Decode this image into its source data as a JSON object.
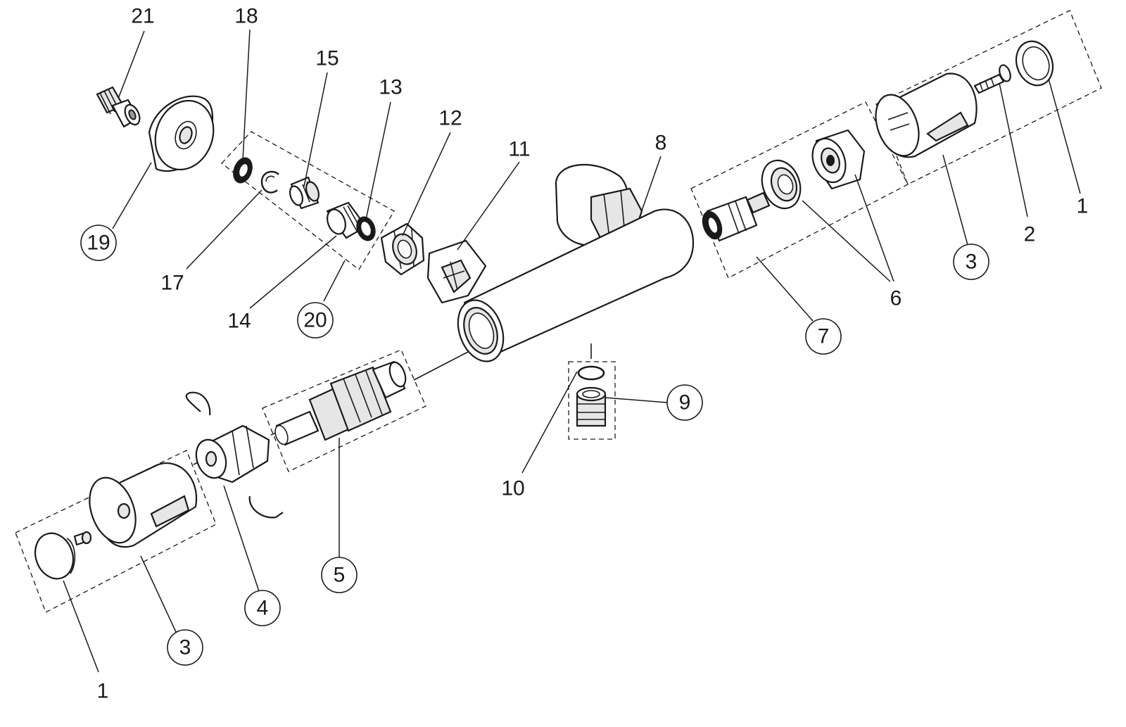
{
  "parts": {
    "p1a": "1",
    "p1b": "1",
    "p2": "2",
    "p3a": "3",
    "p3b": "3",
    "p4": "4",
    "p5": "5",
    "p6": "6",
    "p7": "7",
    "p8": "8",
    "p9": "9",
    "p10": "10",
    "p11": "11",
    "p12": "12",
    "p13": "13",
    "p14": "14",
    "p15": "15",
    "p17": "17",
    "p18": "18",
    "p19": "19",
    "p20": "20",
    "p21": "21"
  },
  "circled_callouts": [
    "3",
    "4",
    "5",
    "7",
    "9",
    "19",
    "20"
  ]
}
